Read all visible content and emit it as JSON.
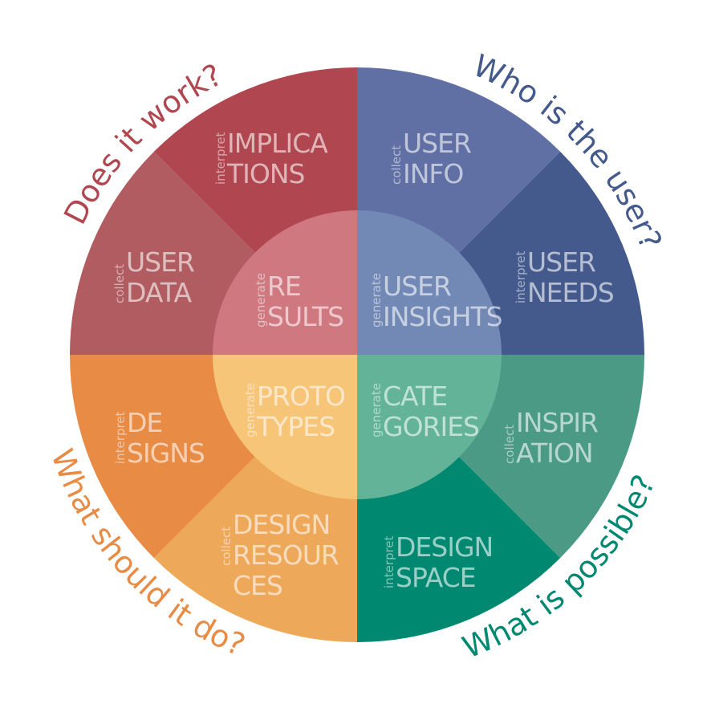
{
  "questions": {
    "does_it_work": {
      "text": "Does it work?",
      "color": "#b0464f"
    },
    "who_is_user": {
      "text": "Who is the user?",
      "color": "#455a8c"
    },
    "what_possible": {
      "text": "What is possible?",
      "color": "#008870"
    },
    "what_should": {
      "text": "What should it do?",
      "color": "#e88b45"
    }
  },
  "outer_segments": [
    {
      "id": "user-info",
      "verb": "collect",
      "lines": [
        "USER",
        "INFO"
      ],
      "color": "#6070a4"
    },
    {
      "id": "user-needs",
      "verb": "interpret",
      "lines": [
        "USER",
        "NEEDS"
      ],
      "color": "#455a8c"
    },
    {
      "id": "inspiration",
      "verb": "collect",
      "lines": [
        "INSPIR",
        "ATION"
      ],
      "color": "#4a9a85"
    },
    {
      "id": "design-space",
      "verb": "interpret",
      "lines": [
        "DESIGN",
        "SPACE"
      ],
      "color": "#008870"
    },
    {
      "id": "design-resources",
      "verb": "collect",
      "lines": [
        "DESIGN",
        "RESOUR",
        "CES"
      ],
      "color": "#eea85a"
    },
    {
      "id": "designs",
      "verb": "interpret",
      "lines": [
        "DE",
        "SIGNS"
      ],
      "color": "#e88b45"
    },
    {
      "id": "user-data",
      "verb": "collect",
      "lines": [
        "USER",
        "DATA"
      ],
      "color": "#b05c60"
    },
    {
      "id": "implications",
      "verb": "interpret",
      "lines": [
        "IMPLICA",
        "TIONS"
      ],
      "color": "#b0464f"
    }
  ],
  "inner_segments": [
    {
      "id": "user-insights",
      "verb": "generate",
      "lines": [
        "USER",
        "INSIGHTS"
      ],
      "color": "#7389b5"
    },
    {
      "id": "categories",
      "verb": "generate",
      "lines": [
        "CATE",
        "GORIES"
      ],
      "color": "#62b397"
    },
    {
      "id": "prototypes",
      "verb": "generate",
      "lines": [
        "PROTO",
        "TYPES"
      ],
      "color": "#f7c578"
    },
    {
      "id": "results",
      "verb": "generate",
      "lines": [
        "RE",
        "SULTS"
      ],
      "color": "#cf7880"
    }
  ]
}
